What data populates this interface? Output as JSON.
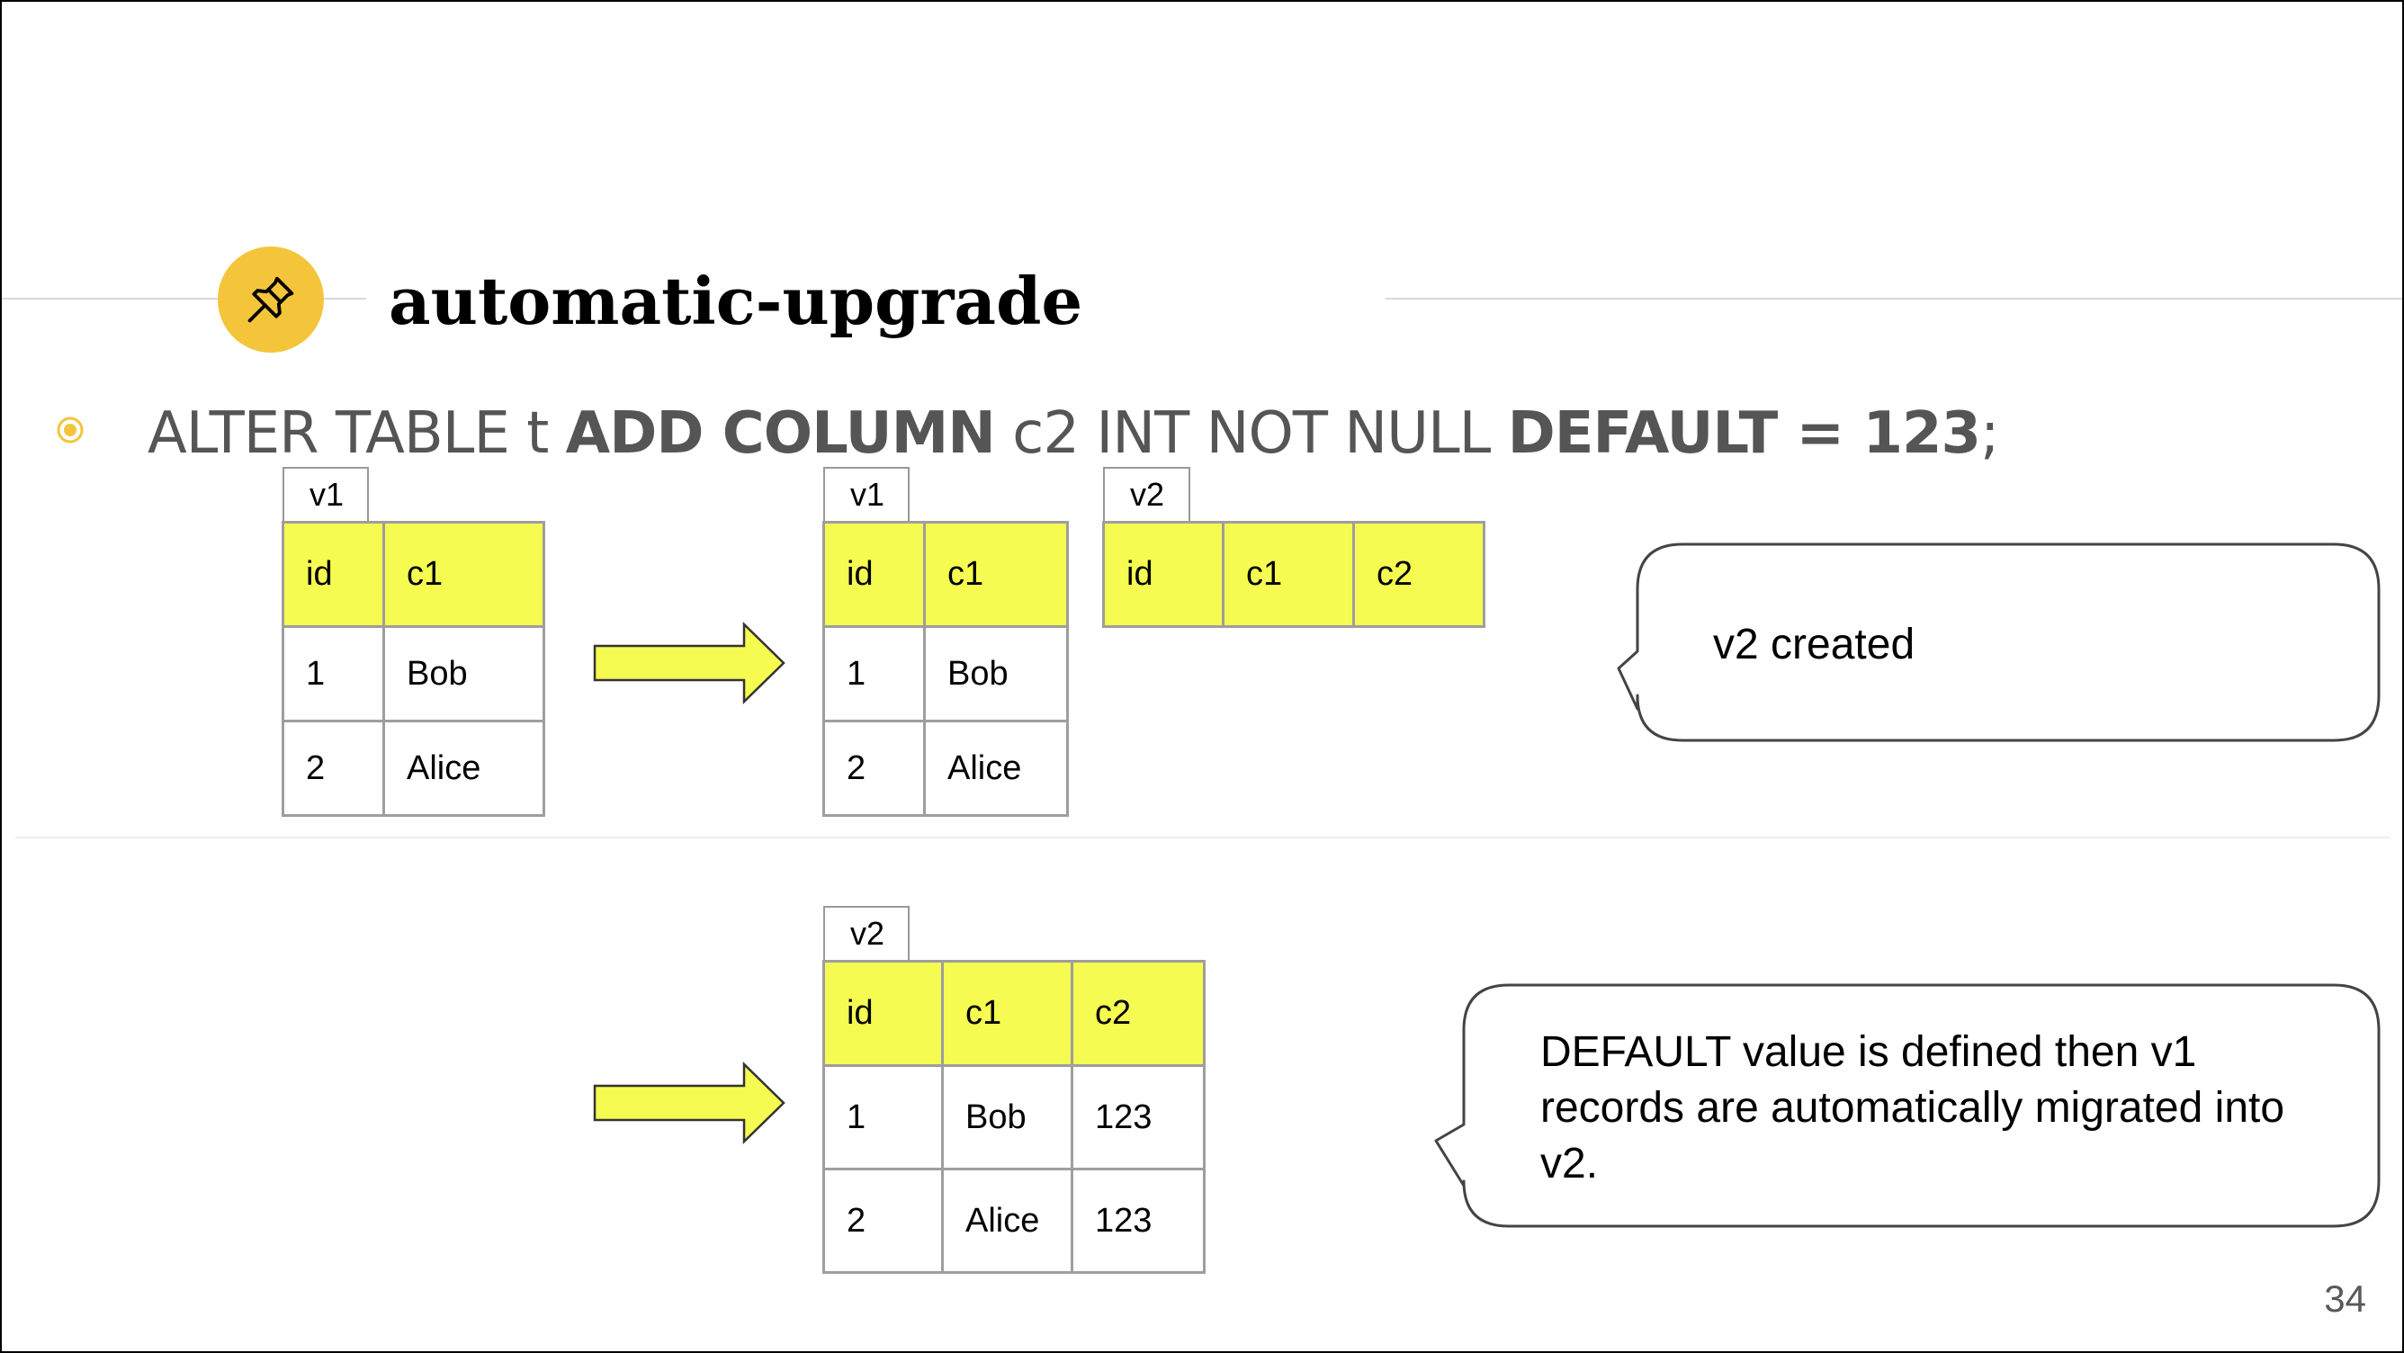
{
  "slide": {
    "title": "automatic-upgrade",
    "badge_icon": "pushpin-icon",
    "accent_color": "#f4c53a",
    "cell_highlight_color": "#f5fb50",
    "command": {
      "p1": "ALTER TABLE t ",
      "p2": "ADD COLUMN",
      "p3": " c2 INT NOT NULL ",
      "p4": "DEFAULT",
      "p5": " = ",
      "p6": "123",
      "p7": ";"
    },
    "page_number": "34"
  },
  "tables": {
    "t1": {
      "tag": "v1",
      "header": [
        "id",
        "c1"
      ],
      "rows": [
        [
          "1",
          "Bob"
        ],
        [
          "2",
          "Alice"
        ]
      ]
    },
    "t2": {
      "tag": "v1",
      "header": [
        "id",
        "c1"
      ],
      "rows": [
        [
          "1",
          "Bob"
        ],
        [
          "2",
          "Alice"
        ]
      ]
    },
    "t3": {
      "tag": "v2",
      "header": [
        "id",
        "c1",
        "c2"
      ]
    },
    "t4": {
      "tag": "v2",
      "header": [
        "id",
        "c1",
        "c2"
      ],
      "rows": [
        [
          "1",
          "Bob",
          "123"
        ],
        [
          "2",
          "Alice",
          "123"
        ]
      ]
    }
  },
  "callouts": {
    "c1": "v2 created",
    "c2_line1": "DEFAULT value is defined then v1",
    "c2_line2": "records are automatically migrated into",
    "c2_line3": "v2."
  }
}
